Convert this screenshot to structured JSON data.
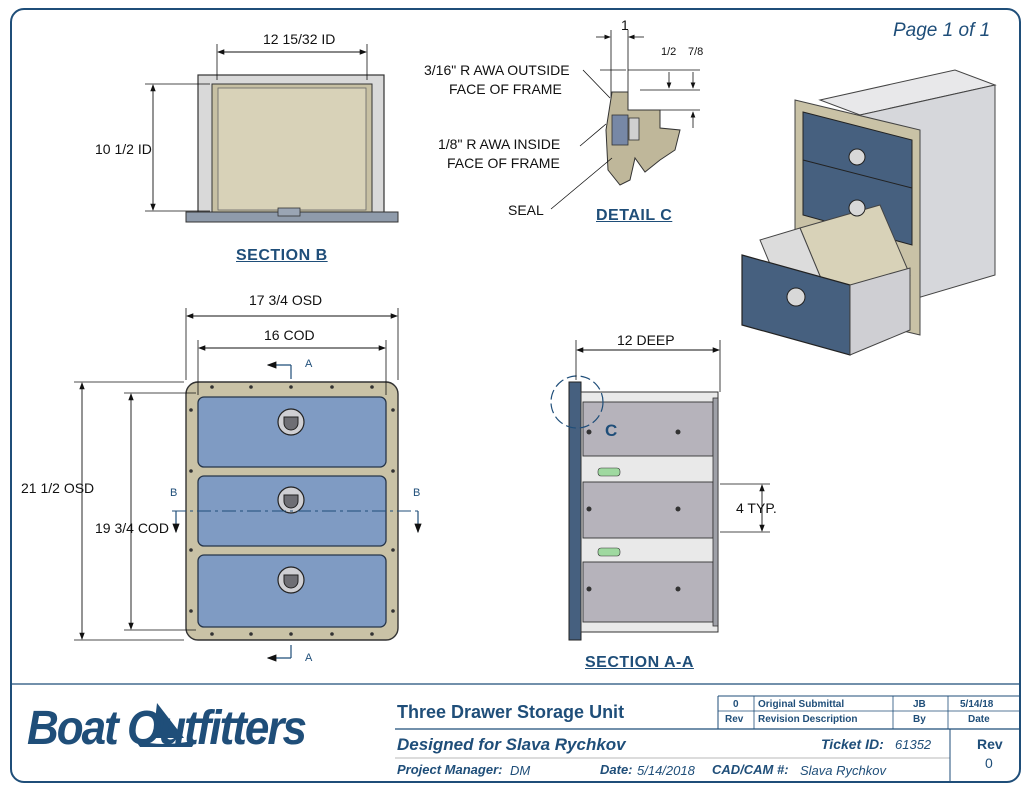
{
  "page_label": "Page 1 of 1",
  "section_b": {
    "title": "SECTION B",
    "width_label": "12 15/32 ID",
    "height_label": "10 1/2 ID"
  },
  "detail_c": {
    "title": "DETAIL  C",
    "dim_top": "1",
    "dim_half": "1/2",
    "dim_seven_eighths": "7/8",
    "note_outside": [
      "3/16\" R AWA OUTSIDE",
      "FACE OF FRAME"
    ],
    "note_inside": [
      "1/8\" R AWA INSIDE",
      "FACE OF FRAME"
    ],
    "note_seal": "SEAL"
  },
  "front_view": {
    "osd_width": "17 3/4 OSD",
    "cod_width": "16 COD",
    "osd_height": "21 1/2 OSD",
    "cod_height": "19 3/4 COD",
    "section_marker_a": "A",
    "section_marker_b": "B"
  },
  "section_aa": {
    "title": "SECTION A-A",
    "depth_label": "12 DEEP",
    "spacing_label": "4 TYP.",
    "detail_marker": "C"
  },
  "title_block": {
    "logo_text": "Boat Outfitters",
    "project_title": "Three Drawer Storage Unit",
    "designed_for_label": "Designed for Slava Rychkov",
    "ticket_label": "Ticket ID:",
    "ticket_value": "61352",
    "pm_label": "Project Manager:",
    "pm_value": "DM",
    "date_label": "Date:",
    "date_value": "5/14/2018",
    "cad_label": "CAD/CAM #:",
    "cad_value": "Slava Rychkov",
    "rev_header": "Rev",
    "rev_value": "0",
    "revision_table": {
      "row": {
        "rev": "0",
        "desc": "Original Submittal",
        "by": "JB",
        "date": "5/14/18"
      },
      "headers": {
        "rev": "Rev",
        "desc": "Revision Description",
        "by": "By",
        "date": "Date"
      }
    }
  },
  "colors": {
    "accent": "#1f4e79",
    "drawer_face": "#7f9bc3",
    "frame": "#c9c2a6"
  }
}
